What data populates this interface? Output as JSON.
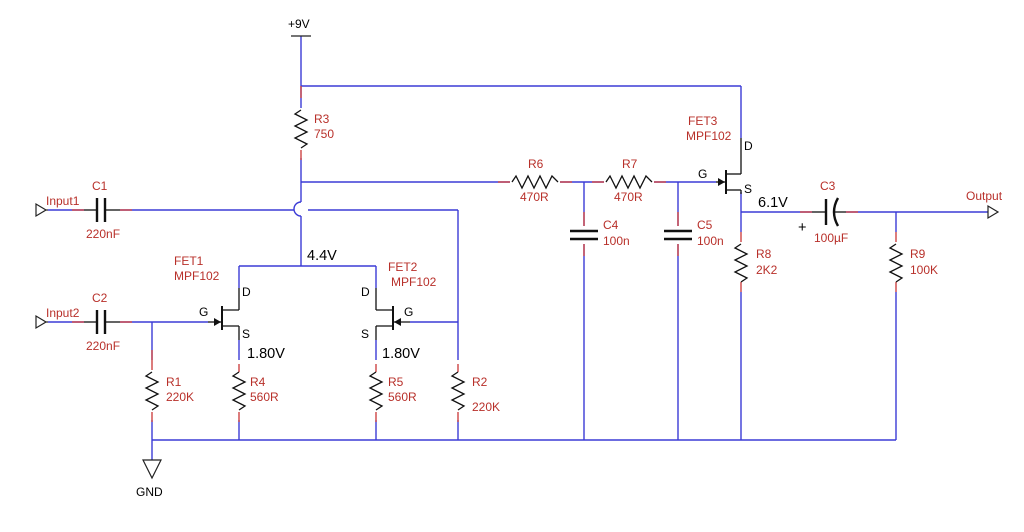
{
  "supply_label": "+9V",
  "ground_label": "GND",
  "ports": {
    "input1": "Input1",
    "input2": "Input2",
    "output": "Output"
  },
  "components": {
    "R1": {
      "ref": "R1",
      "value": "220K"
    },
    "R2": {
      "ref": "R2",
      "value": "220K"
    },
    "R3": {
      "ref": "R3",
      "value": "750"
    },
    "R4": {
      "ref": "R4",
      "value": "560R"
    },
    "R5": {
      "ref": "R5",
      "value": "560R"
    },
    "R6": {
      "ref": "R6",
      "value": "470R"
    },
    "R7": {
      "ref": "R7",
      "value": "470R"
    },
    "R8": {
      "ref": "R8",
      "value": "2K2"
    },
    "R9": {
      "ref": "R9",
      "value": "100K"
    },
    "C1": {
      "ref": "C1",
      "value": "220nF"
    },
    "C2": {
      "ref": "C2",
      "value": "220nF"
    },
    "C3": {
      "ref": "C3",
      "value": "100µF",
      "polarity": "+"
    },
    "C4": {
      "ref": "C4",
      "value": "100n"
    },
    "C5": {
      "ref": "C5",
      "value": "100n"
    },
    "FET1": {
      "ref": "FET1",
      "value": "MPF102"
    },
    "FET2": {
      "ref": "FET2",
      "value": "MPF102"
    },
    "FET3": {
      "ref": "FET3",
      "value": "MPF102"
    }
  },
  "pins": {
    "gate": "G",
    "drain": "D",
    "source": "S"
  },
  "voltages": {
    "drain_node": "4.4V",
    "fet1_source": "1.80V",
    "fet2_source": "1.80V",
    "output_node": "6.1V"
  },
  "colors": {
    "wire": "#3b3bd6",
    "component_label": "#b8302a",
    "component_lead": "#cc4444",
    "symbol": "#111111",
    "text": "#000000"
  }
}
